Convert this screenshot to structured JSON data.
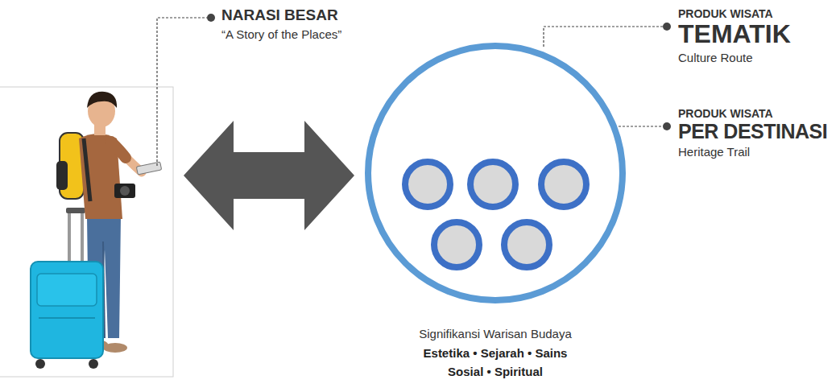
{
  "diagram": {
    "nodes": [
      {
        "text": [
          "NARASI BESAR",
          "“A Story of the Places”"
        ]
      },
      {
        "text": [
          "Signifikansi Warisan Budaya",
          "Estetika • Sejarah • Sains Sosial • Spiritual"
        ]
      }
    ],
    "edges": [
      {
        "from": 0,
        "to": 1,
        "arrow": "both"
      }
    ],
    "labels": [
      "PRODUK WISATA",
      "TEMATIK",
      "Culture Route",
      "PRODUK WISATA",
      "PER DESTINASI",
      "Heritage Trail"
    ]
  }
}
